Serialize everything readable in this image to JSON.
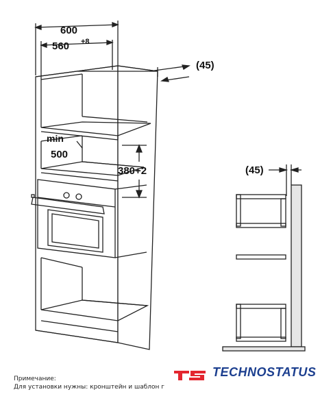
{
  "dimensions": {
    "width_total": "600",
    "width_niche": "560",
    "width_niche_tol": "+8",
    "gap_top": "(45)",
    "niche_depth_label": "min",
    "niche_depth_value": "500",
    "niche_height": "380+2",
    "gap_side": "(45)"
  },
  "note": {
    "title": "Примечание:",
    "text": "Для установки нужны: кронштейн и шаблон г"
  },
  "brand": {
    "logo_letters": "ts",
    "name": "TECHNOSTATUS",
    "color": "#1c3f8f",
    "accent": "#e3262f"
  }
}
